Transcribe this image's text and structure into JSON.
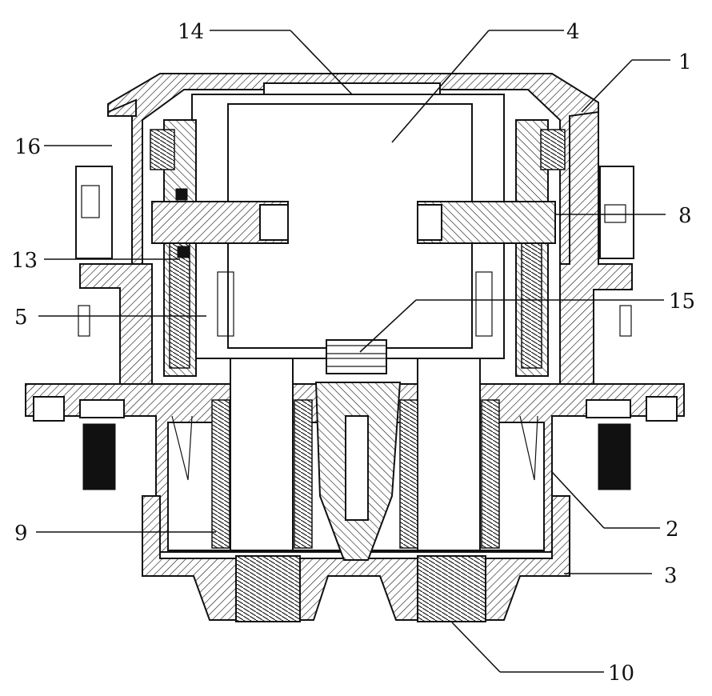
{
  "labels": {
    "l1": "1",
    "l2": "2",
    "l3": "3",
    "l4": "4",
    "l5": "5",
    "l8": "8",
    "l9": "9",
    "l10": "10",
    "l13": "13",
    "l14": "14",
    "l15": "15",
    "l16": "16"
  }
}
